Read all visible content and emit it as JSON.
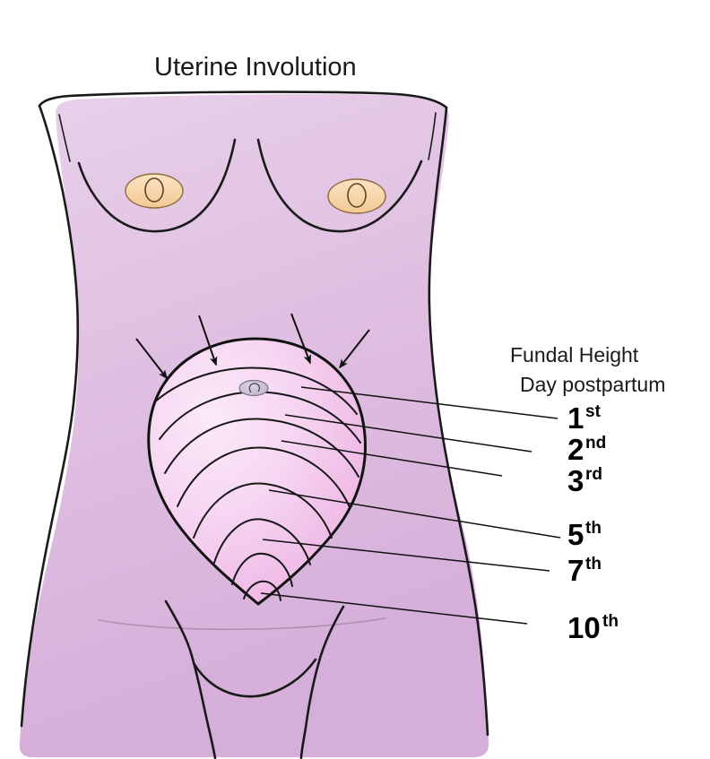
{
  "figure": {
    "title": "Uterine Involution",
    "subject": "female-torso-anterior-view",
    "background_color": "#ffffff"
  },
  "legend": {
    "heading_line1": "Fundal Height",
    "heading_line2": "Day postpartum",
    "entries": [
      {
        "number": "1",
        "ordinal": "st",
        "label": "1st",
        "contour_index": 0
      },
      {
        "number": "2",
        "ordinal": "nd",
        "label": "2nd",
        "contour_index": 1
      },
      {
        "number": "3",
        "ordinal": "rd",
        "label": "3rd",
        "contour_index": 2
      },
      {
        "number": "5",
        "ordinal": "th",
        "label": "5th",
        "contour_index": 3
      },
      {
        "number": "7",
        "ordinal": "th",
        "label": "7th",
        "contour_index": 4
      },
      {
        "number": "10",
        "ordinal": "th",
        "label": "10th",
        "contour_index": 5
      }
    ]
  },
  "anatomy": {
    "body_label": "torso",
    "breast_left_label": "left-breast",
    "breast_right_label": "right-breast",
    "nipple_label": "areola",
    "navel_label": "umbilicus",
    "uterus_label": "uterus-fundal-outline",
    "groin_label": "groin-crease"
  },
  "colors": {
    "skin_top": "#e6cbe8",
    "skin_bottom": "#d9b4dc",
    "skin_stroke": "#1a1a1a",
    "uterus_light": "#f8dff6",
    "uterus_mid": "#f2c4ea",
    "uterus_dark": "#eaa8e0",
    "areola": "#f7d9b0",
    "areola_stroke": "#8a6a3a",
    "navel_fill": "#c9c2d2",
    "line": "#111111",
    "text": "#1a1a1a"
  },
  "annotations": {
    "arrow_count": 4,
    "arrow_meaning": "fundal-height-indicators",
    "contour_count": 6,
    "contour_meaning": "uterine-involution-levels"
  }
}
